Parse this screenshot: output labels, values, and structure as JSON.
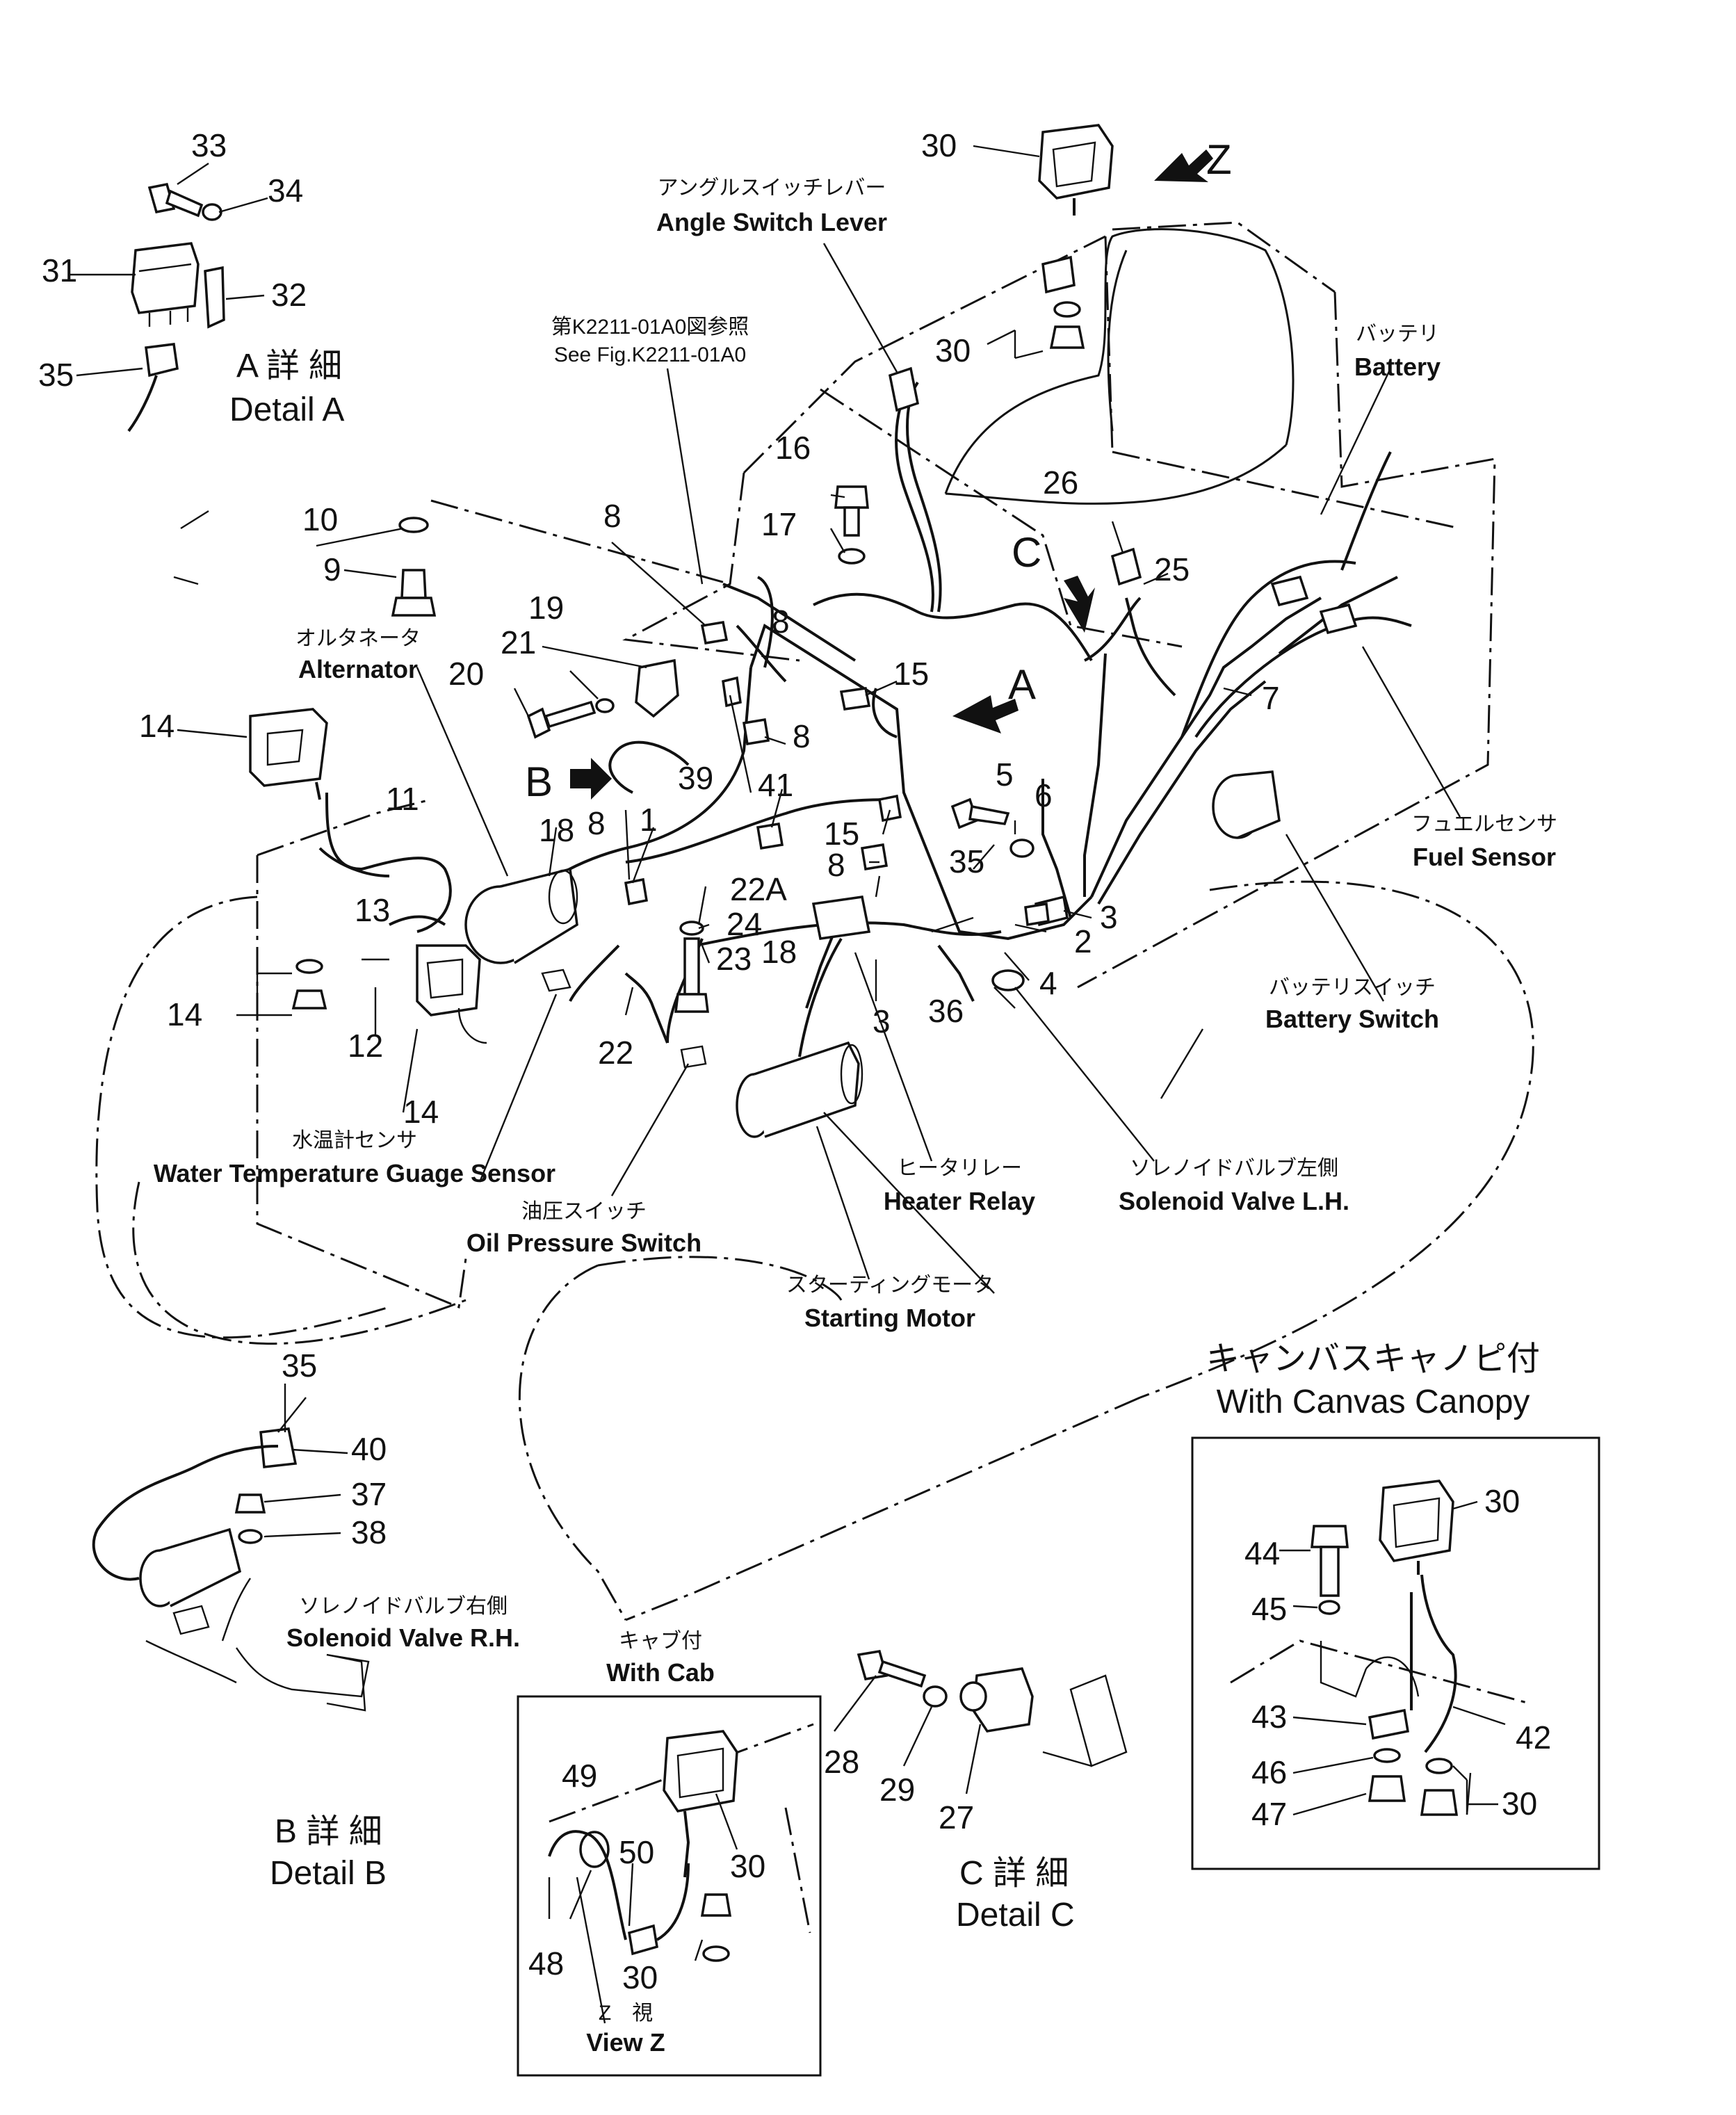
{
  "callouts": {
    "c1": "1",
    "c2": "2",
    "c3a": "3",
    "c3b": "3",
    "c4": "4",
    "c5": "5",
    "c6": "6",
    "c7": "7",
    "c8a": "8",
    "c8b": "8",
    "c8c": "8",
    "c8d": "8",
    "c8e": "8",
    "c9": "9",
    "c10": "10",
    "c11": "11",
    "c12": "12",
    "c13": "13",
    "c14a": "14",
    "c14b": "14",
    "c14c": "14",
    "c15a": "15",
    "c15b": "15",
    "c16": "16",
    "c17": "17",
    "c18a": "18",
    "c18b": "18",
    "c19": "19",
    "c20": "20",
    "c21": "21",
    "c22": "22",
    "c22a": "22A",
    "c23": "23",
    "c24": "24",
    "c25": "25",
    "c26": "26",
    "c27": "27",
    "c28": "28",
    "c29": "29",
    "c30a": "30",
    "c30b": "30",
    "c30c": "30",
    "c30d": "30",
    "c30e": "30",
    "c30f": "30",
    "c31": "31",
    "c32": "32",
    "c33": "33",
    "c34": "34",
    "c35a": "35",
    "c35b": "35",
    "c35c": "35",
    "c36": "36",
    "c37": "37",
    "c38": "38",
    "c39": "39",
    "c40": "40",
    "c41": "41",
    "c42": "42",
    "c43": "43",
    "c44": "44",
    "c45": "45",
    "c46": "46",
    "c47": "47",
    "c48": "48",
    "c49": "49",
    "c50": "50"
  },
  "letters": {
    "a": "A",
    "b": "B",
    "c": "C",
    "z": "Z"
  },
  "labels": {
    "angle_switch": {
      "jp": "アングルスイッチレバー",
      "en": "Angle Switch Lever"
    },
    "see_fig": {
      "jp": "第K2211-01A0図参照",
      "en": "See Fig.K2211-01A0"
    },
    "battery": {
      "jp": "バッテリ",
      "en": "Battery"
    },
    "alternator": {
      "jp": "オルタネータ",
      "en": "Alternator"
    },
    "fuel_sensor": {
      "jp": "フュエルセンサ",
      "en": "Fuel Sensor"
    },
    "battery_switch": {
      "jp": "バッテリスイッチ",
      "en": "Battery Switch"
    },
    "water_temp": {
      "jp": "水温計センサ",
      "en": "Water Temperature Guage Sensor"
    },
    "oil_pressure": {
      "jp": "油圧スイッチ",
      "en": "Oil Pressure Switch"
    },
    "heater_relay": {
      "jp": "ヒータリレー",
      "en": "Heater Relay"
    },
    "solenoid_lh": {
      "jp": "ソレノイドバルブ左側",
      "en": "Solenoid Valve L.H."
    },
    "starting_motor": {
      "jp": "スターティングモータ",
      "en": "Starting Motor"
    },
    "canvas_canopy": {
      "jp": "キャンバスキャノピ付",
      "en": "With Canvas Canopy"
    },
    "solenoid_rh": {
      "jp": "ソレノイドバルブ右側",
      "en": "Solenoid Valve R.H."
    },
    "with_cab": {
      "jp": "キャブ付",
      "en": "With Cab"
    },
    "view_z": {
      "jp": "Z　視",
      "en": "View Z"
    }
  },
  "details": {
    "a": {
      "jp": "A 詳 細",
      "en": "Detail A"
    },
    "b": {
      "jp": "B 詳 細",
      "en": "Detail B"
    },
    "c": {
      "jp": "C 詳 細",
      "en": "Detail C"
    }
  }
}
